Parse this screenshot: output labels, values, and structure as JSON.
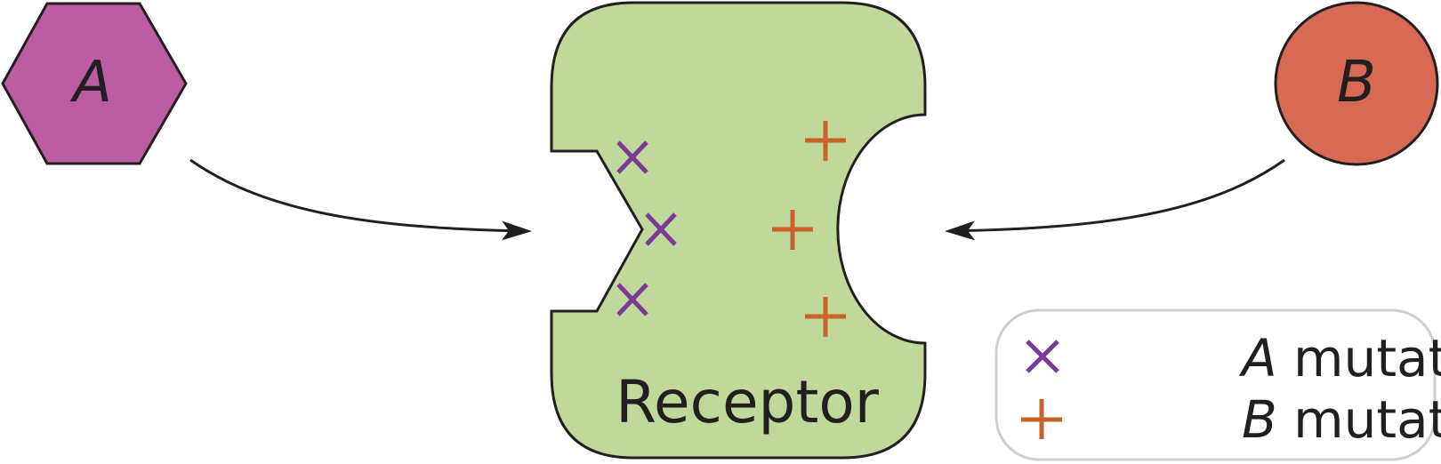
{
  "ligand_a": {
    "label": "A",
    "color": "#bc5ca3"
  },
  "ligand_b": {
    "label": "B",
    "color": "#d86a55"
  },
  "receptor": {
    "label": "Receptor",
    "color": "#c0d89a"
  },
  "legend": {
    "items": [
      {
        "symbol": "×",
        "italic": "A",
        "text": " mutation",
        "color": "#7b3a96"
      },
      {
        "symbol": "+",
        "italic": "B",
        "text": " mutation",
        "color": "#c8612a"
      }
    ]
  },
  "colors": {
    "outline": "#231f20",
    "a_mutation": "#7b3a96",
    "b_mutation": "#c8612a",
    "legend_border": "#cfcfcf"
  }
}
